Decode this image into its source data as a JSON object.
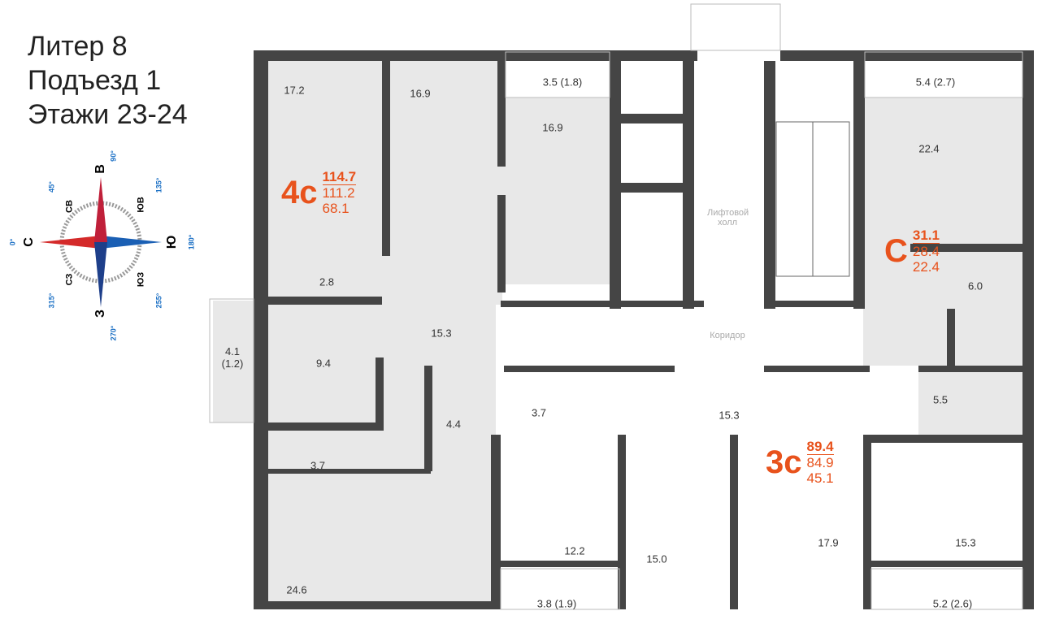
{
  "header": {
    "line1": "Литер 8",
    "line2": "Подъезд 1",
    "line3": "Этажи 23-24"
  },
  "compass": {
    "north": "С",
    "east": "В",
    "south": "Ю",
    "west": "З",
    "ne": "СВ",
    "se": "ЮВ",
    "sw": "ЮЗ",
    "nw": "СЗ",
    "deg0": "0°",
    "deg45": "45°",
    "deg90": "90°",
    "deg135": "135°",
    "deg180": "180°",
    "deg255": "255°",
    "deg270": "270°",
    "deg315": "315°"
  },
  "common": {
    "lift_hall": "Лифтовой холл",
    "corridor": "Коридор"
  },
  "apartments": [
    {
      "code": "4с",
      "total": "114.7",
      "area": "111.2",
      "living": "68.1"
    },
    {
      "code": "С",
      "total": "31.1",
      "area": "28.4",
      "living": "22.4"
    },
    {
      "code": "3с",
      "total": "89.4",
      "area": "84.9",
      "living": "45.1"
    }
  ],
  "rooms": [
    "17.2",
    "16.9",
    "3.5 (1.8)",
    "16.9",
    "22.4",
    "5.4 (2.7)",
    "2.8",
    "6.0",
    "15.3",
    "9.4",
    "4.1 (1.2)",
    "3.7",
    "4.4",
    "15.3",
    "5.5",
    "3.7",
    "12.2",
    "15.0",
    "17.9",
    "15.3",
    "24.6",
    "3.8 (1.9)",
    "5.2 (2.6)"
  ],
  "colors": {
    "accent": "#e8521c",
    "wall": "#454545",
    "floor": "#e8e8e8"
  }
}
